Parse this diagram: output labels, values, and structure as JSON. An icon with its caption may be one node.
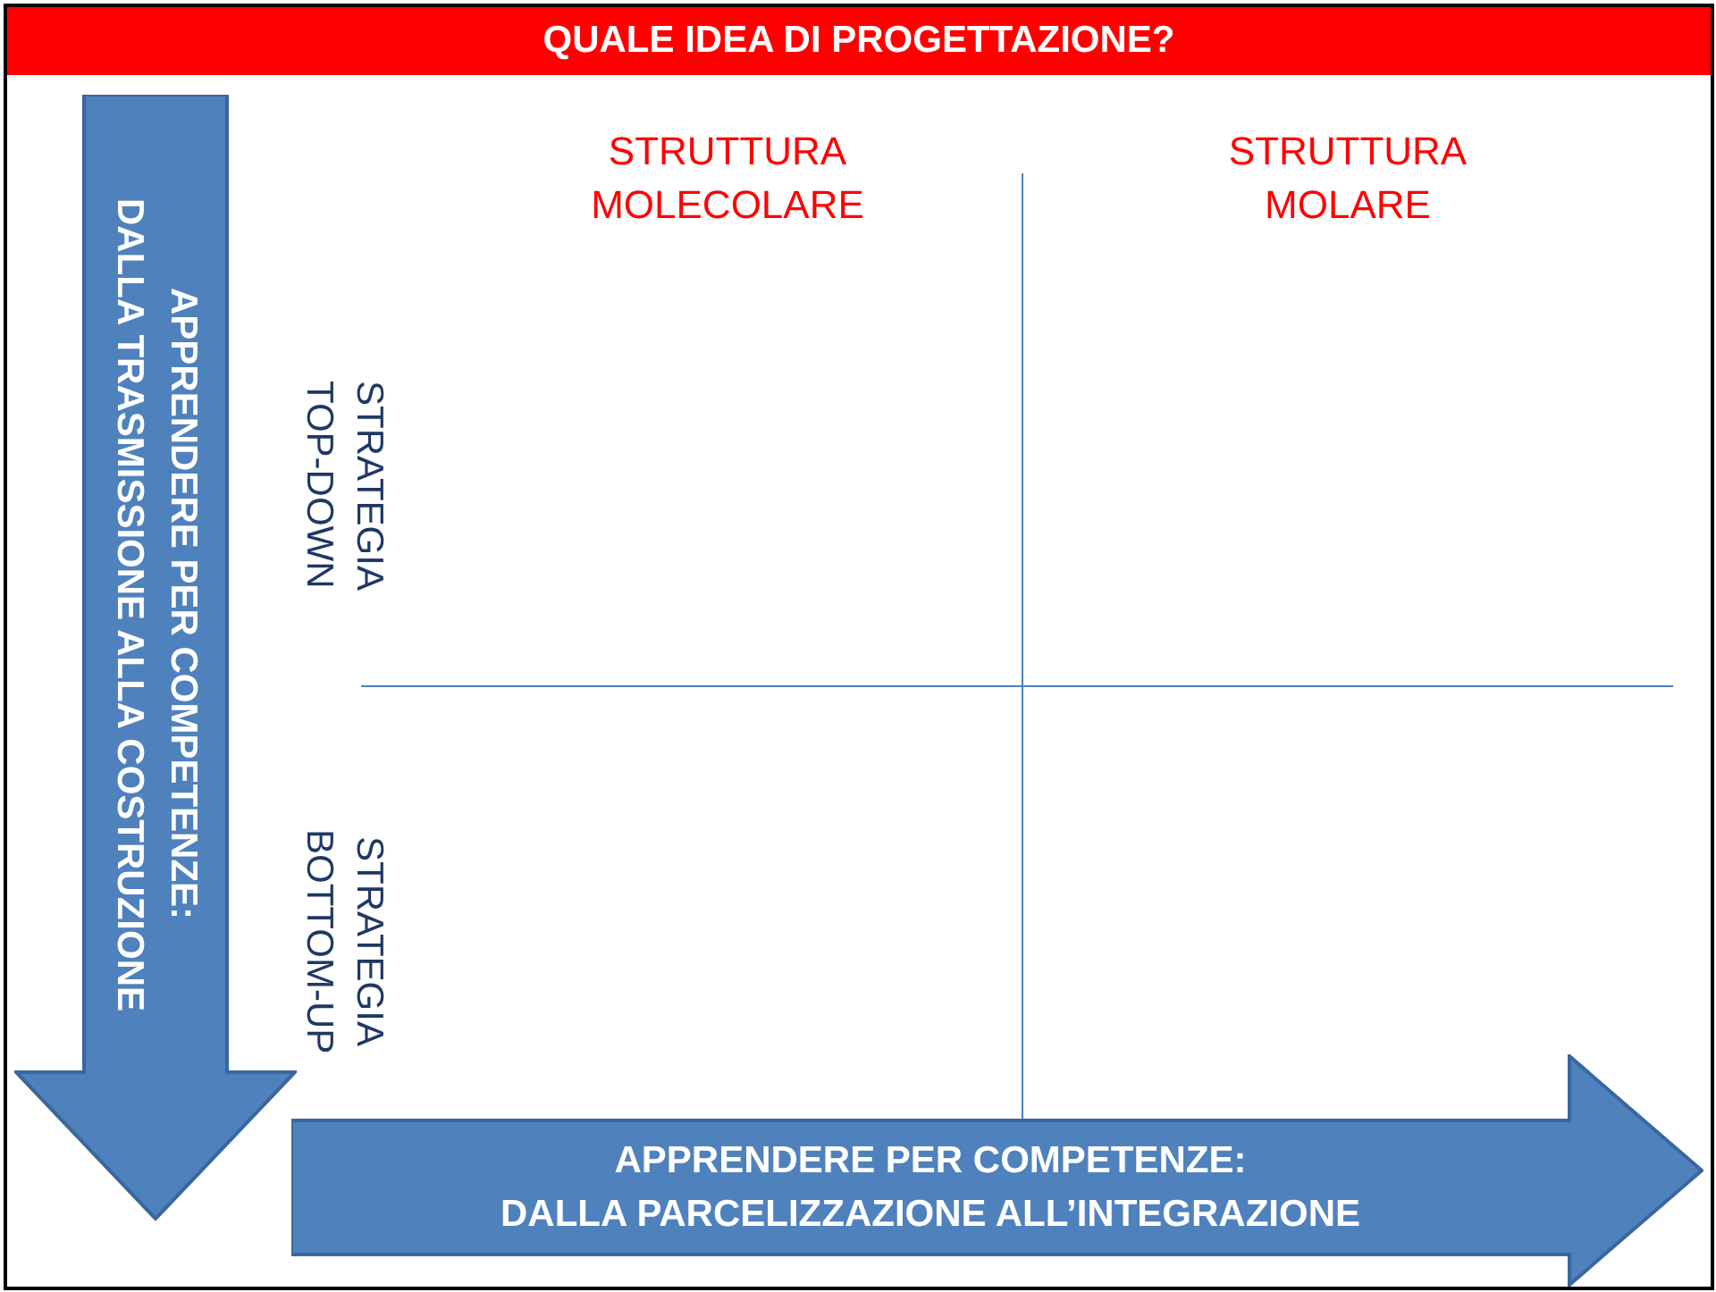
{
  "diagram": {
    "title": "QUALE IDEA DI PROGETTAZIONE?",
    "nodes": [
      {
        "text": [
          "APPRENDERE PER COMPETENZE:",
          "DALLA TRASMISSIONE ALLA COSTRUZIONE"
        ]
      },
      {
        "text": [
          "APPRENDERE PER COMPETENZE:",
          "DALLA PARCELIZZAZIONE ALL’INTEGRAZIONE"
        ]
      }
    ],
    "edges": [],
    "labels": [
      "STRUTTURA MOLECOLARE",
      "STRUTTURA MOLARE",
      "STRATEGIA TOP-DOWN",
      "STRATEGIA BOTTOM-UP"
    ]
  }
}
